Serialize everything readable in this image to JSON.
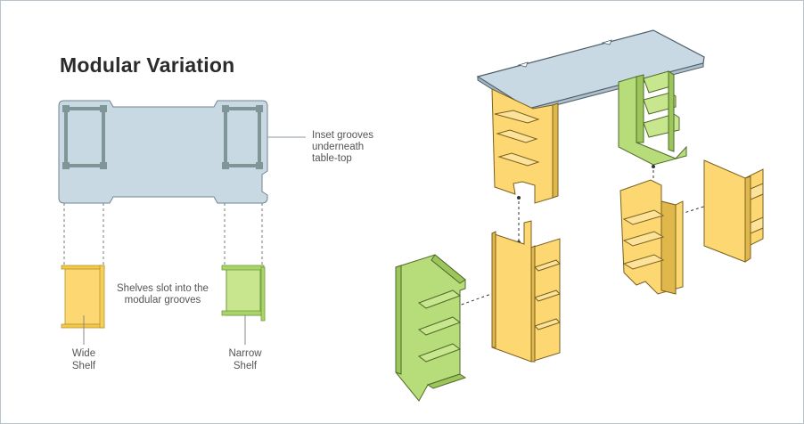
{
  "title": "Modular Variation",
  "callouts": {
    "grooves": [
      "Inset grooves",
      "underneath",
      "table-top"
    ],
    "slot": [
      "Shelves slot into the",
      "modular grooves"
    ],
    "wide": [
      "Wide",
      "Shelf"
    ],
    "narrow": [
      "Narrow",
      "Shelf"
    ]
  },
  "colors": {
    "tabletop": "#c9d9e4",
    "groove": "#7f9597",
    "yellow": "#fcd772",
    "green": "#b7dc7a",
    "outline": "#5a6a72"
  }
}
